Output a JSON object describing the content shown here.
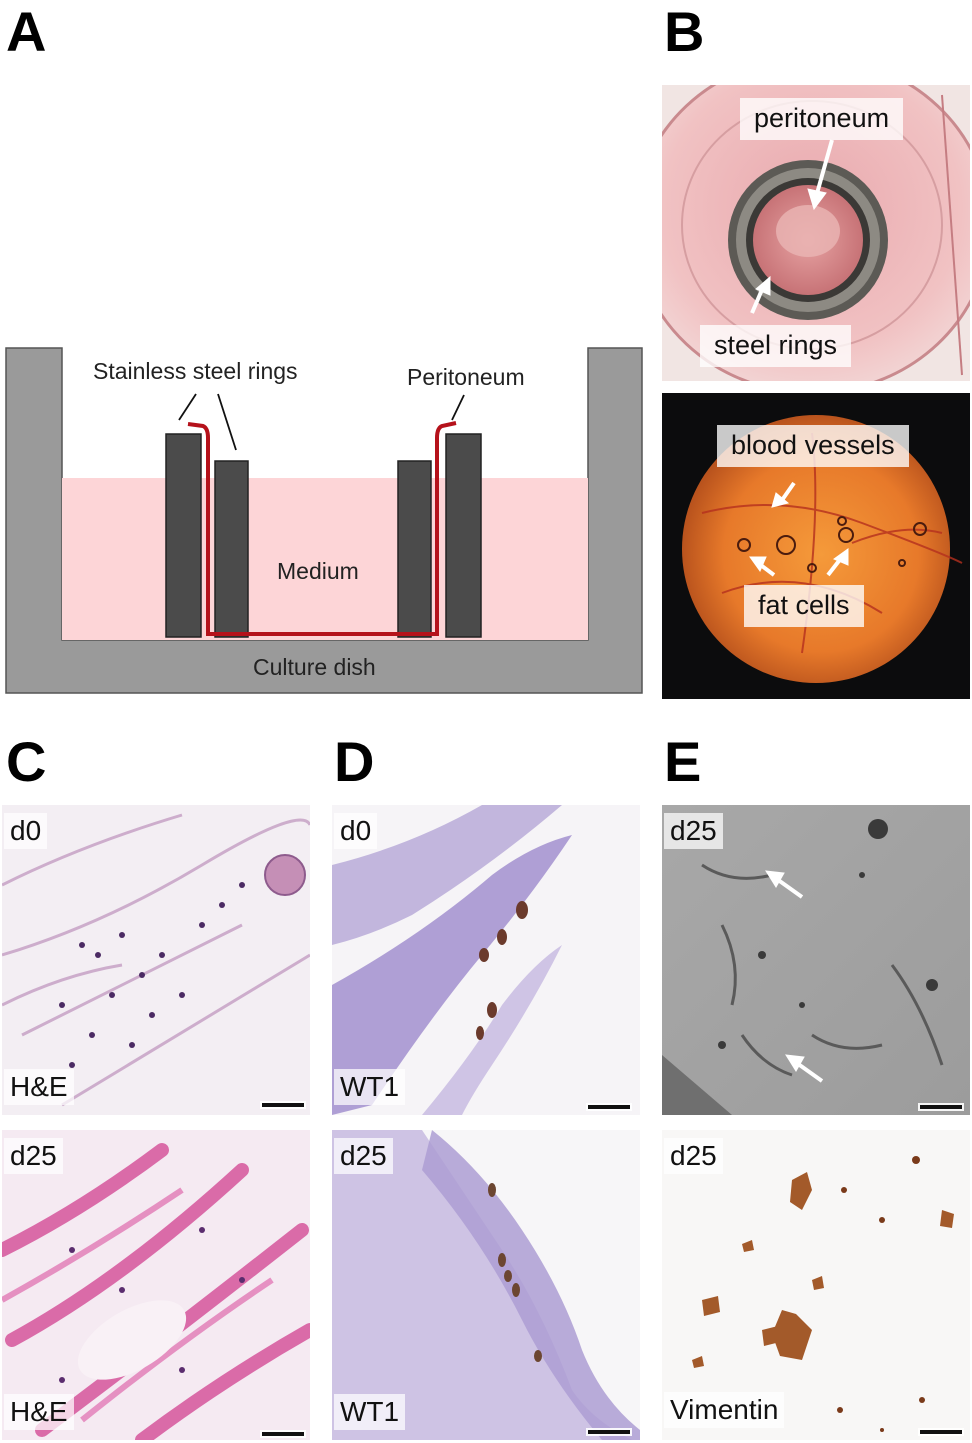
{
  "panels": {
    "A": {
      "letter": "A",
      "ring_label": "Stainless steel rings",
      "peritoneum_label": "Peritoneum",
      "medium_label": "Medium",
      "dish_label": "Culture dish"
    },
    "B": {
      "letter": "B",
      "photo1": {
        "label_peritoneum": "peritoneum",
        "label_rings": "steel rings"
      },
      "photo2": {
        "label_vessels": "blood vessels",
        "label_fat": "fat cells"
      }
    },
    "C": {
      "letter": "C",
      "top": {
        "day": "d0",
        "stain": "H&E"
      },
      "bottom": {
        "day": "d25",
        "stain": "H&E"
      }
    },
    "D": {
      "letter": "D",
      "top": {
        "day": "d0",
        "stain": "WT1"
      },
      "bottom": {
        "day": "d25",
        "stain": "WT1"
      }
    },
    "E": {
      "letter": "E",
      "top": {
        "day": "d25"
      },
      "bottom": {
        "day": "d25",
        "stain": "Vimentin"
      }
    }
  },
  "colors": {
    "medium": "#fdd5d7",
    "dish": "#9a9a9a",
    "ring": "#4b4b4b",
    "membrane": "#b5121b"
  }
}
